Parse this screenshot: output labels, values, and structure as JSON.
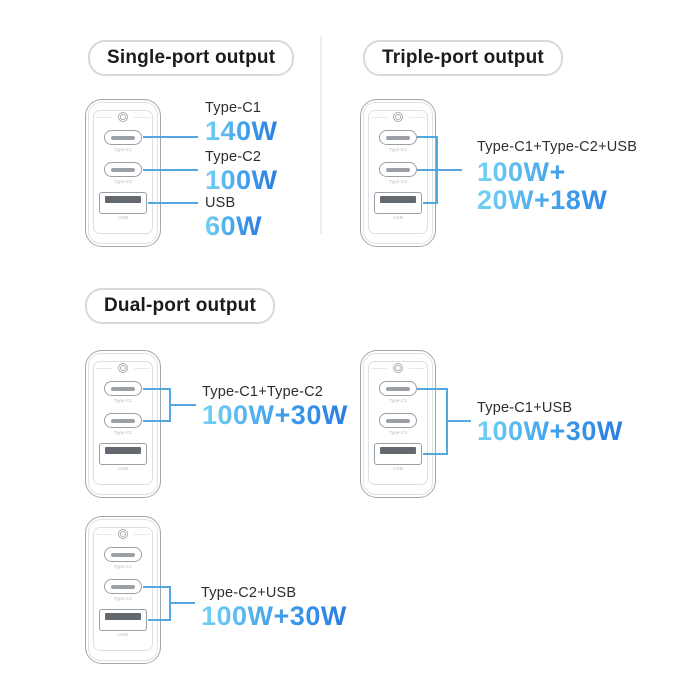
{
  "headers": {
    "single_title": "Single-port output",
    "triple_title": "Triple-port output",
    "dual_title": "Dual-port output"
  },
  "charger": {
    "port_labels": {
      "c1": "Type-C1",
      "c2": "Type-C2",
      "usb": "USB"
    },
    "brand_icon": "circle-emblem-icon"
  },
  "single": {
    "annotations": [
      {
        "label": "Type-C1",
        "value": "140W"
      },
      {
        "label": "Type-C2",
        "value": "100W"
      },
      {
        "label": "USB",
        "value": "60W"
      }
    ]
  },
  "triple": {
    "annotation": {
      "label": "Type-C1+Type-C2+USB",
      "value_line1": "100W+",
      "value_line2": "20W+18W"
    }
  },
  "dual": {
    "annotations": [
      {
        "label": "Type-C1+Type-C2",
        "value": "100W+30W"
      },
      {
        "label": "Type-C1+USB",
        "value": "100W+30W"
      },
      {
        "label": "Type-C2+USB",
        "value": "100W+30W"
      }
    ]
  },
  "colors": {
    "connector_blue": "#55a8df",
    "value_gradient_start": "#75d2f4",
    "value_gradient_end": "#2a7ce2",
    "pill_border": "#d9d9d9",
    "heading_text": "#1b1b1b",
    "label_text": "#2e2e2e",
    "charger_outline": "#a2a7ac"
  }
}
